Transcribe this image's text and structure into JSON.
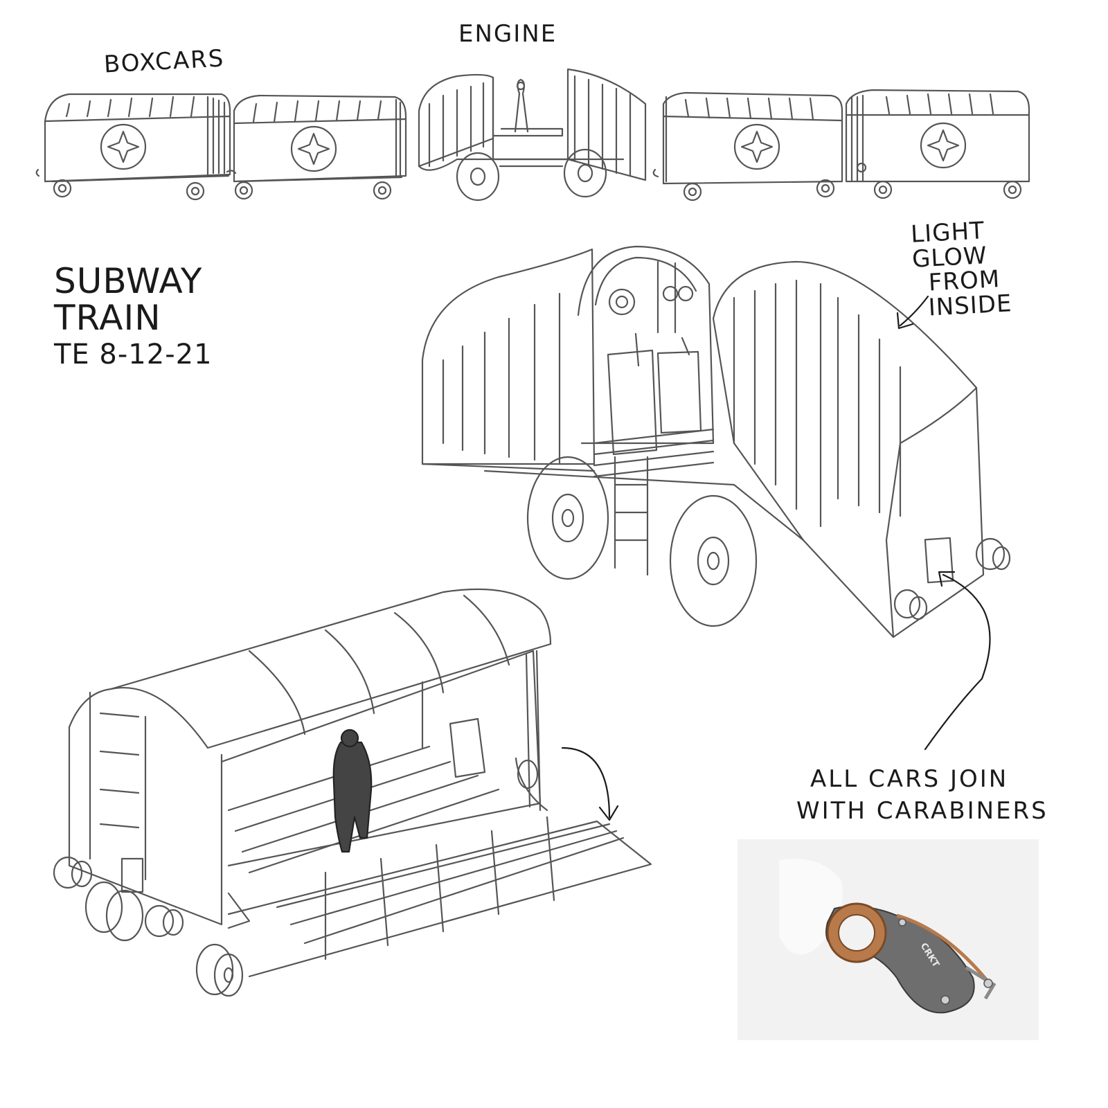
{
  "labels": {
    "boxcars": "BOXCARS",
    "engine": "ENGINE",
    "title_line1": "SUBWAY",
    "title_line2": "TRAIN",
    "title_date": "TE 8-12-21",
    "glow_line1": "LIGHT",
    "glow_line2": "GLOW",
    "glow_line3": "FROM",
    "glow_line4": "INSIDE",
    "join_line1": "ALL CARS JOIN",
    "join_line2": "WITH CARABINERS"
  },
  "colors": {
    "ink": "#555555",
    "dark_ink": "#1a1a1a",
    "photo_bg": "#f2f2f2",
    "carabiner_copper": "#b87a4b",
    "carabiner_steel": "#6e6e6e"
  },
  "photo": {
    "brand_text": "CRKT"
  }
}
